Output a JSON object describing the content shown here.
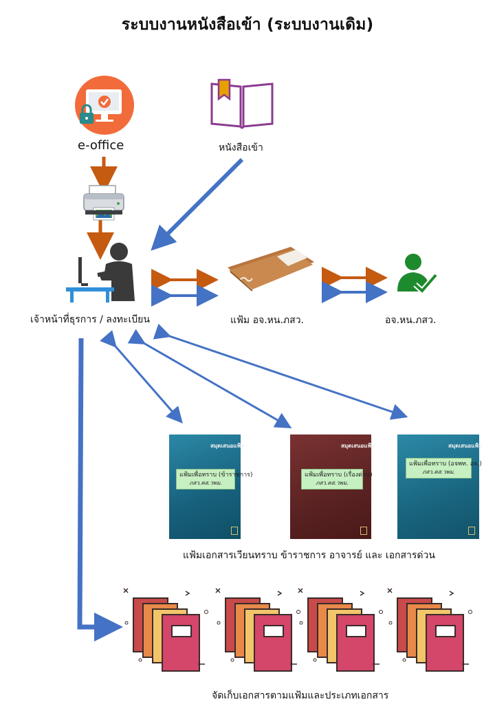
{
  "page": {
    "title": "ระบบงานหนังสือเข้า (ระบบงานเดิม)"
  },
  "nodes": {
    "eoffice": {
      "label": "e-office"
    },
    "incoming_letter": {
      "label": "หนังสือเข้า"
    },
    "officer": {
      "label": "เจ้าหน้าที่ธุรการ / ลงทะเบียน"
    },
    "director_folder": {
      "label": "แฟ้ม อจ.หน.ภสว."
    },
    "director": {
      "label": "อจ.หน.ภสว."
    },
    "circulation_folders": {
      "caption": "แฟ้มเอกสารเวียนทราบ ข้าราชการ อาจารย์ และ เอกสารด่วน",
      "items": [
        {
          "header": "สมุดเสนอแฟ้ม",
          "tag": "แฟ้มเพื่อทราบ (ข้าราชการ)",
          "sub": "ภสว.คส.วพม.",
          "color": "#1f6f8e"
        },
        {
          "header": "สมุดเสนอแฟ้ม",
          "tag": "แฟ้มเพื่อทราบ (เรื่องด่วน)",
          "sub": "ภสว.คส.วพม.",
          "color": "#6b2a2a"
        },
        {
          "header": "สมุดเสนอแฟ้ม",
          "tag": "แฟ้มเพื่อทราบ (อจพท. อจ.)",
          "sub": "ภสว.คส.วพม.",
          "color": "#1f7090"
        }
      ]
    },
    "archive": {
      "caption": "จัดเก็บเอกสารตามแฟ้มและประเภทเอกสาร"
    }
  },
  "colors": {
    "flow_orange": "#c55a11",
    "flow_blue": "#4472c4",
    "eoffice_circle": "#f26b3a",
    "letter_purple": "#8b3a8f",
    "director_green": "#1e8a2e"
  },
  "icons": [
    "eoffice-monitor-icon",
    "open-book-icon",
    "printer-icon",
    "officer-at-desk-icon",
    "folder-icon",
    "approved-user-icon",
    "binder-stack-icon"
  ]
}
